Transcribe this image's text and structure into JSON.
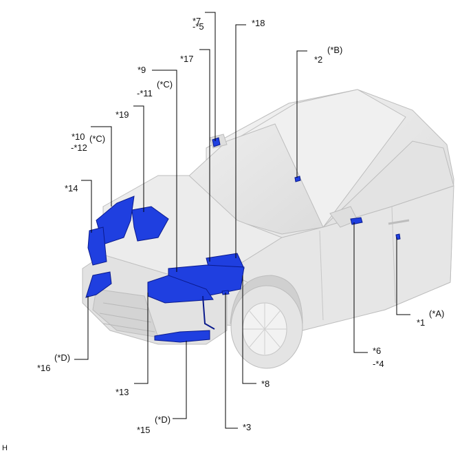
{
  "labels": {
    "l7": "*7",
    "l5": "-*5",
    "l18": "*18",
    "l2": "*2",
    "lB": "(*B)",
    "l17": "*17",
    "l9": "*9",
    "lC1": "(*C)",
    "l11": "-*11",
    "l19": "*19",
    "l10": "*10",
    "lC2": "(*C)",
    "l12": "-*12",
    "l14": "*14",
    "lA": "(*A)",
    "l1": "*1",
    "l6": "*6",
    "l4": "-*4",
    "lD1": "(*D)",
    "l16": "*16",
    "l8": "*8",
    "l13": "*13",
    "lD2": "(*D)",
    "l15": "*15",
    "l3": "*3",
    "corner": "H"
  },
  "colors": {
    "component_fill": "#1f3fe0",
    "component_edge": "#0a1a8c",
    "vehicle_body": "#e9e9e9",
    "vehicle_shadow": "#c8c8c8",
    "leader_line": "#000000"
  }
}
